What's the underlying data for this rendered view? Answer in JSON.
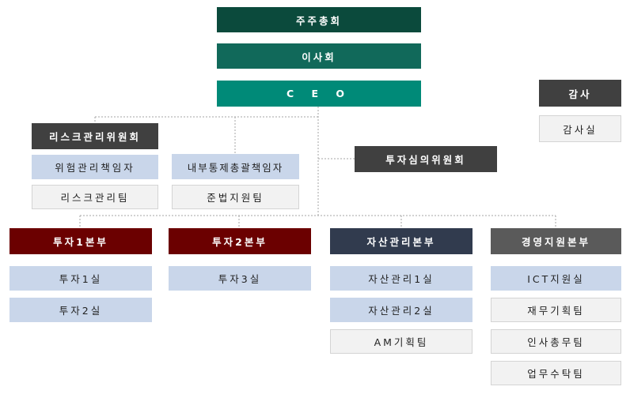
{
  "colors": {
    "shareholders": "#0b4a3c",
    "board": "#11695a",
    "ceo": "#008a78",
    "committee": "#404040",
    "division_invest": "#6b0000",
    "division_asset": "#313b4e",
    "division_management": "#5a5a5a",
    "unit_blue": "#c9d6ea",
    "unit_gray": "#f2f2f2",
    "connector": "#a6a6a6"
  },
  "top": {
    "shareholders": "주주총회",
    "board": "이사회",
    "ceo": "C E O"
  },
  "audit": {
    "title": "감사",
    "unit": "감사실"
  },
  "risk": {
    "committee": "리스크관리위원회",
    "officer": "위험관리책임자",
    "team": "리스크관리팀"
  },
  "compliance": {
    "officer": "내부통제총괄책임자",
    "team": "준법지원팀"
  },
  "invest_committee": "투자심의위원회",
  "divisions": [
    {
      "title": "투자1본부",
      "units": [
        "투자1실",
        "투자2실"
      ]
    },
    {
      "title": "투자2본부",
      "units": [
        "투자3실"
      ]
    },
    {
      "title": "자산관리본부",
      "units": [
        "자산관리1실",
        "자산관리2실",
        "AM기획팀"
      ]
    },
    {
      "title": "경영지원본부",
      "units": [
        "ICT지원실",
        "재무기획팀",
        "인사총무팀",
        "업무수탁팀"
      ]
    }
  ]
}
